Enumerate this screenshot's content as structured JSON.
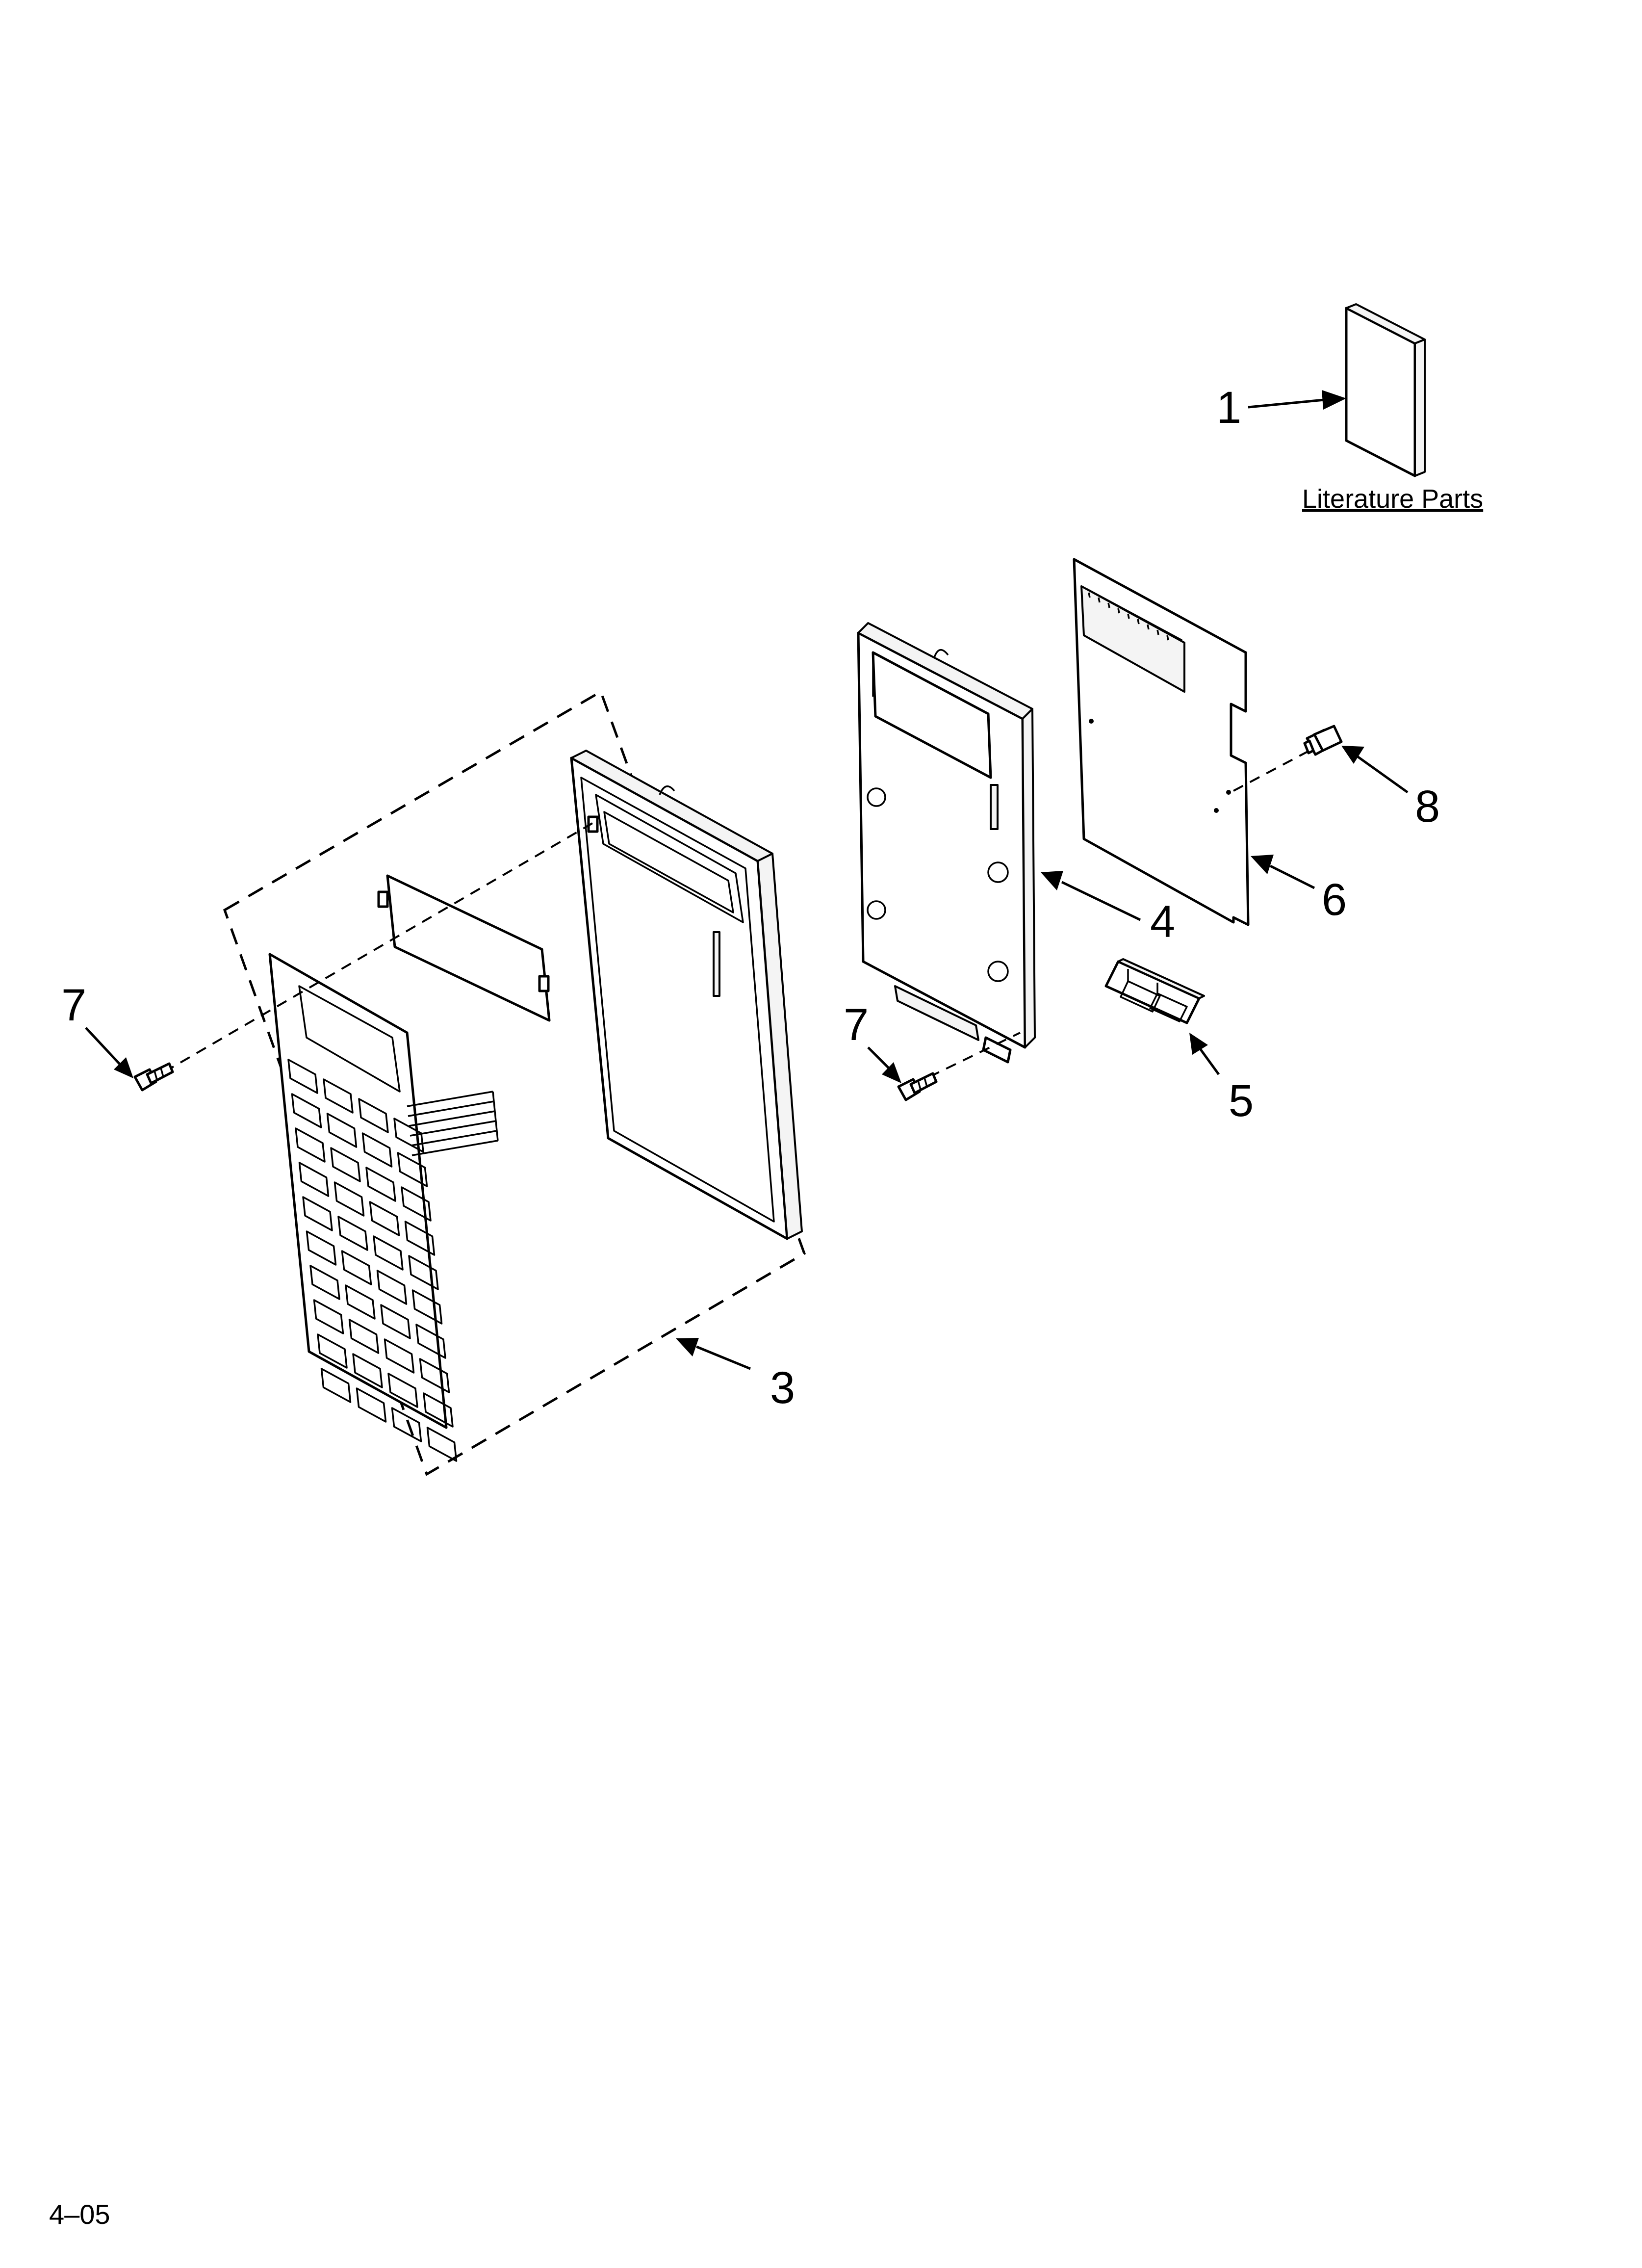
{
  "callouts": {
    "c1": "1",
    "c3": "3",
    "c4": "4",
    "c5": "5",
    "c6": "6",
    "c7a": "7",
    "c7b": "7",
    "c8": "8"
  },
  "literature_caption": "Literature Parts",
  "page_code": "4–05"
}
